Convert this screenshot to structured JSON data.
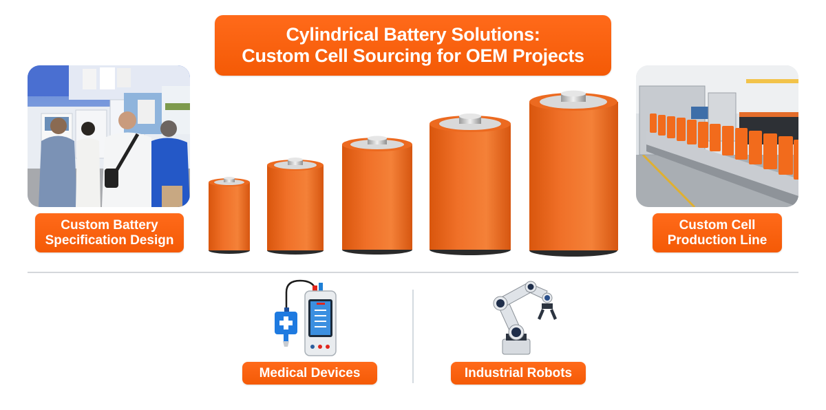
{
  "title": {
    "line1": "Cylindrical Battery Solutions:",
    "line2": "Custom Cell Sourcing for OEM Projects"
  },
  "left_panel": {
    "image": "trade-show-booth-photo",
    "label_line1": "Custom Battery",
    "label_line2": "Specification Design"
  },
  "right_panel": {
    "image": "battery-production-line-photo",
    "label_line1": "Custom Cell",
    "label_line2": "Production Line"
  },
  "batteries": [
    {
      "name": "battery-size-1",
      "icon": "cylindrical-battery-icon"
    },
    {
      "name": "battery-size-2",
      "icon": "cylindrical-battery-icon"
    },
    {
      "name": "battery-size-3",
      "icon": "cylindrical-battery-icon"
    },
    {
      "name": "battery-size-4",
      "icon": "cylindrical-battery-icon"
    },
    {
      "name": "battery-size-5",
      "icon": "cylindrical-battery-icon"
    }
  ],
  "applications": [
    {
      "icon": "medical-device-icon",
      "label": "Medical Devices"
    },
    {
      "icon": "robot-arm-icon",
      "label": "Industrial Robots"
    }
  ],
  "colors": {
    "accent": "#f45a06",
    "battery_body": "#ee6a1f",
    "text_on_accent": "#ffffff",
    "divider": "#d4d7db"
  }
}
